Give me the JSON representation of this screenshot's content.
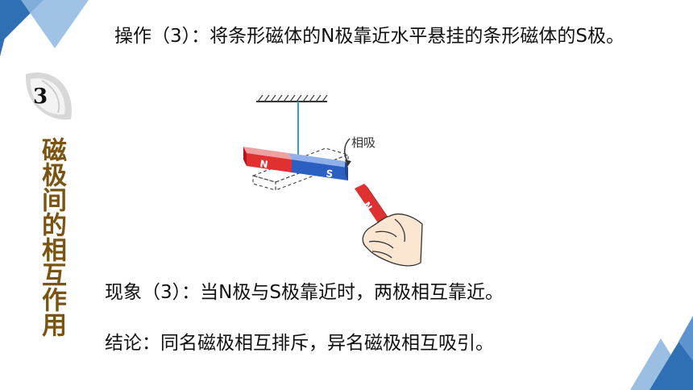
{
  "slide": {
    "badge_number": "3",
    "side_title": "磁极间的相互作用",
    "operation": "操作（3）：将条形磁体的N极靠近水平悬挂的条形磁体的S极。",
    "phenomenon": "现象（3）：当N极与S极靠近时，两极相互靠近。",
    "conclusion": "结论：同名磁极相互排斥，异名磁极相互吸引。"
  },
  "figure": {
    "label_attract": "相吸",
    "magnet_hanging_n": "N",
    "magnet_hanging_s": "S",
    "magnet_hand_n": "N"
  },
  "colors": {
    "accent_blue": "#2f6fb4",
    "title_brown": "#7a5410",
    "magnet_red": "#e03030",
    "magnet_blue": "#2c5fc2"
  }
}
